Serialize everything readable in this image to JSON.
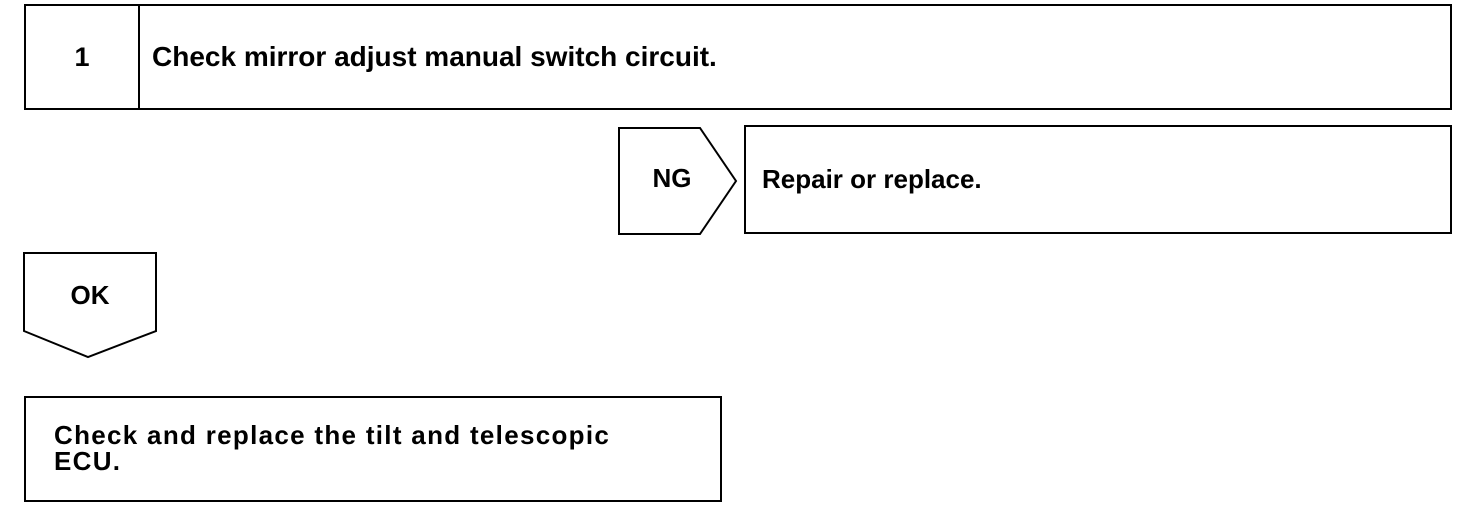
{
  "step": {
    "number": "1",
    "title": "Check mirror adjust manual switch circuit."
  },
  "ng_branch": {
    "label": "NG",
    "action": "Repair or replace."
  },
  "ok_branch": {
    "label": "OK"
  },
  "final_action": {
    "text": "Check and replace the tilt and telescopic\nECU."
  }
}
